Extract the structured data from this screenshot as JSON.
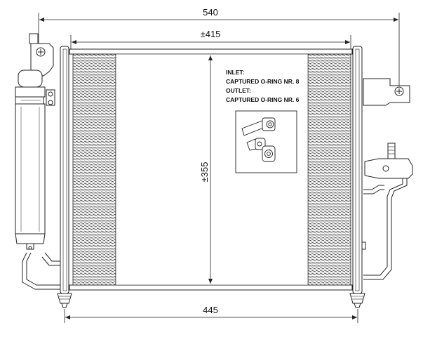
{
  "dimensions": {
    "overall_width": "540",
    "core_width": "±415",
    "core_height": "±355",
    "bottom_width": "445"
  },
  "notes": {
    "inlet_title": "INLET:",
    "inlet_detail": "CAPTURED O-RING NR. 8",
    "outlet_title": "OUTLET:",
    "outlet_detail": "CAPTURED O-RING NR. 6"
  },
  "colors": {
    "line": "#222222",
    "fin": "#555555",
    "background": "#ffffff"
  }
}
